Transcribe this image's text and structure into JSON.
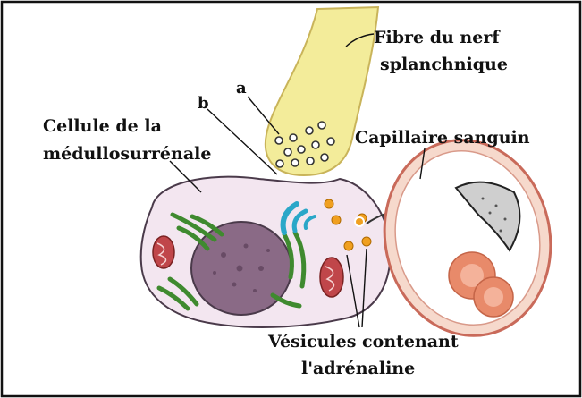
{
  "labels": {
    "fibre_line1": "Fibre du nerf",
    "fibre_line2": "splanchnique",
    "a": "a",
    "b": "b",
    "cellule_line1": "Cellule de la",
    "cellule_line2": "médullosurrénale",
    "capillaire": "Capillaire sanguin",
    "vesicules_line1": "Vésicules contenant",
    "vesicules_line2": "l'adrénaline"
  },
  "colors": {
    "nerve_fill": "#f3ec9a",
    "nerve_stroke": "#c9b45a",
    "cell_fill": "#f3e6f0",
    "cell_stroke": "#4a3a4a",
    "nucleus_fill": "#8a6a86",
    "golgi": "#2aa7c8",
    "er_green": "#3f8a2f",
    "mito": "#b23a3a",
    "vesicle_orange": "#f0a020",
    "capillary_wall": "#e09a80",
    "red_cell": "#e78e6c",
    "endothelial": "#d8d2c8"
  }
}
